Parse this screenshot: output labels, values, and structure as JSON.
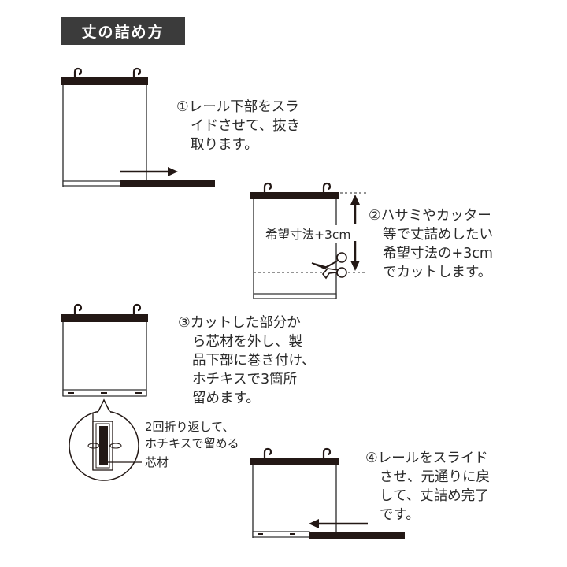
{
  "title": "丈の詰め方",
  "colors": {
    "title_bg": "#3b3b3b",
    "title_text": "#ffffff",
    "rail": "#231815",
    "line": "#2a2a2a",
    "text": "#2a2a2a"
  },
  "steps": [
    {
      "number": "①",
      "lines": [
        "レール下部をスラ",
        "イドさせて、抜き",
        "取ります。"
      ],
      "arrow_direction": "right"
    },
    {
      "number": "②",
      "lines": [
        "ハサミやカッター",
        "等で丈詰めしたい",
        "希望寸法の+3cm",
        "でカットします。"
      ],
      "dimension_label": "希望寸法+3cm",
      "icons": [
        "scissors-icon",
        "double-arrow-vertical-icon"
      ]
    },
    {
      "number": "③",
      "lines": [
        "カットした部分か",
        "ら芯材を外し、製",
        "品下部に巻き付け、",
        "ホチキスで3箇所",
        "留めます。"
      ],
      "detail": {
        "fold_label_lines": [
          "2回折り返して、",
          "ホチキスで留める"
        ],
        "core_label": "芯材"
      }
    },
    {
      "number": "④",
      "lines": [
        "レールをスライド",
        "させ、元通りに戻",
        "して、丈詰め完了",
        "です。"
      ],
      "arrow_direction": "left"
    }
  ]
}
